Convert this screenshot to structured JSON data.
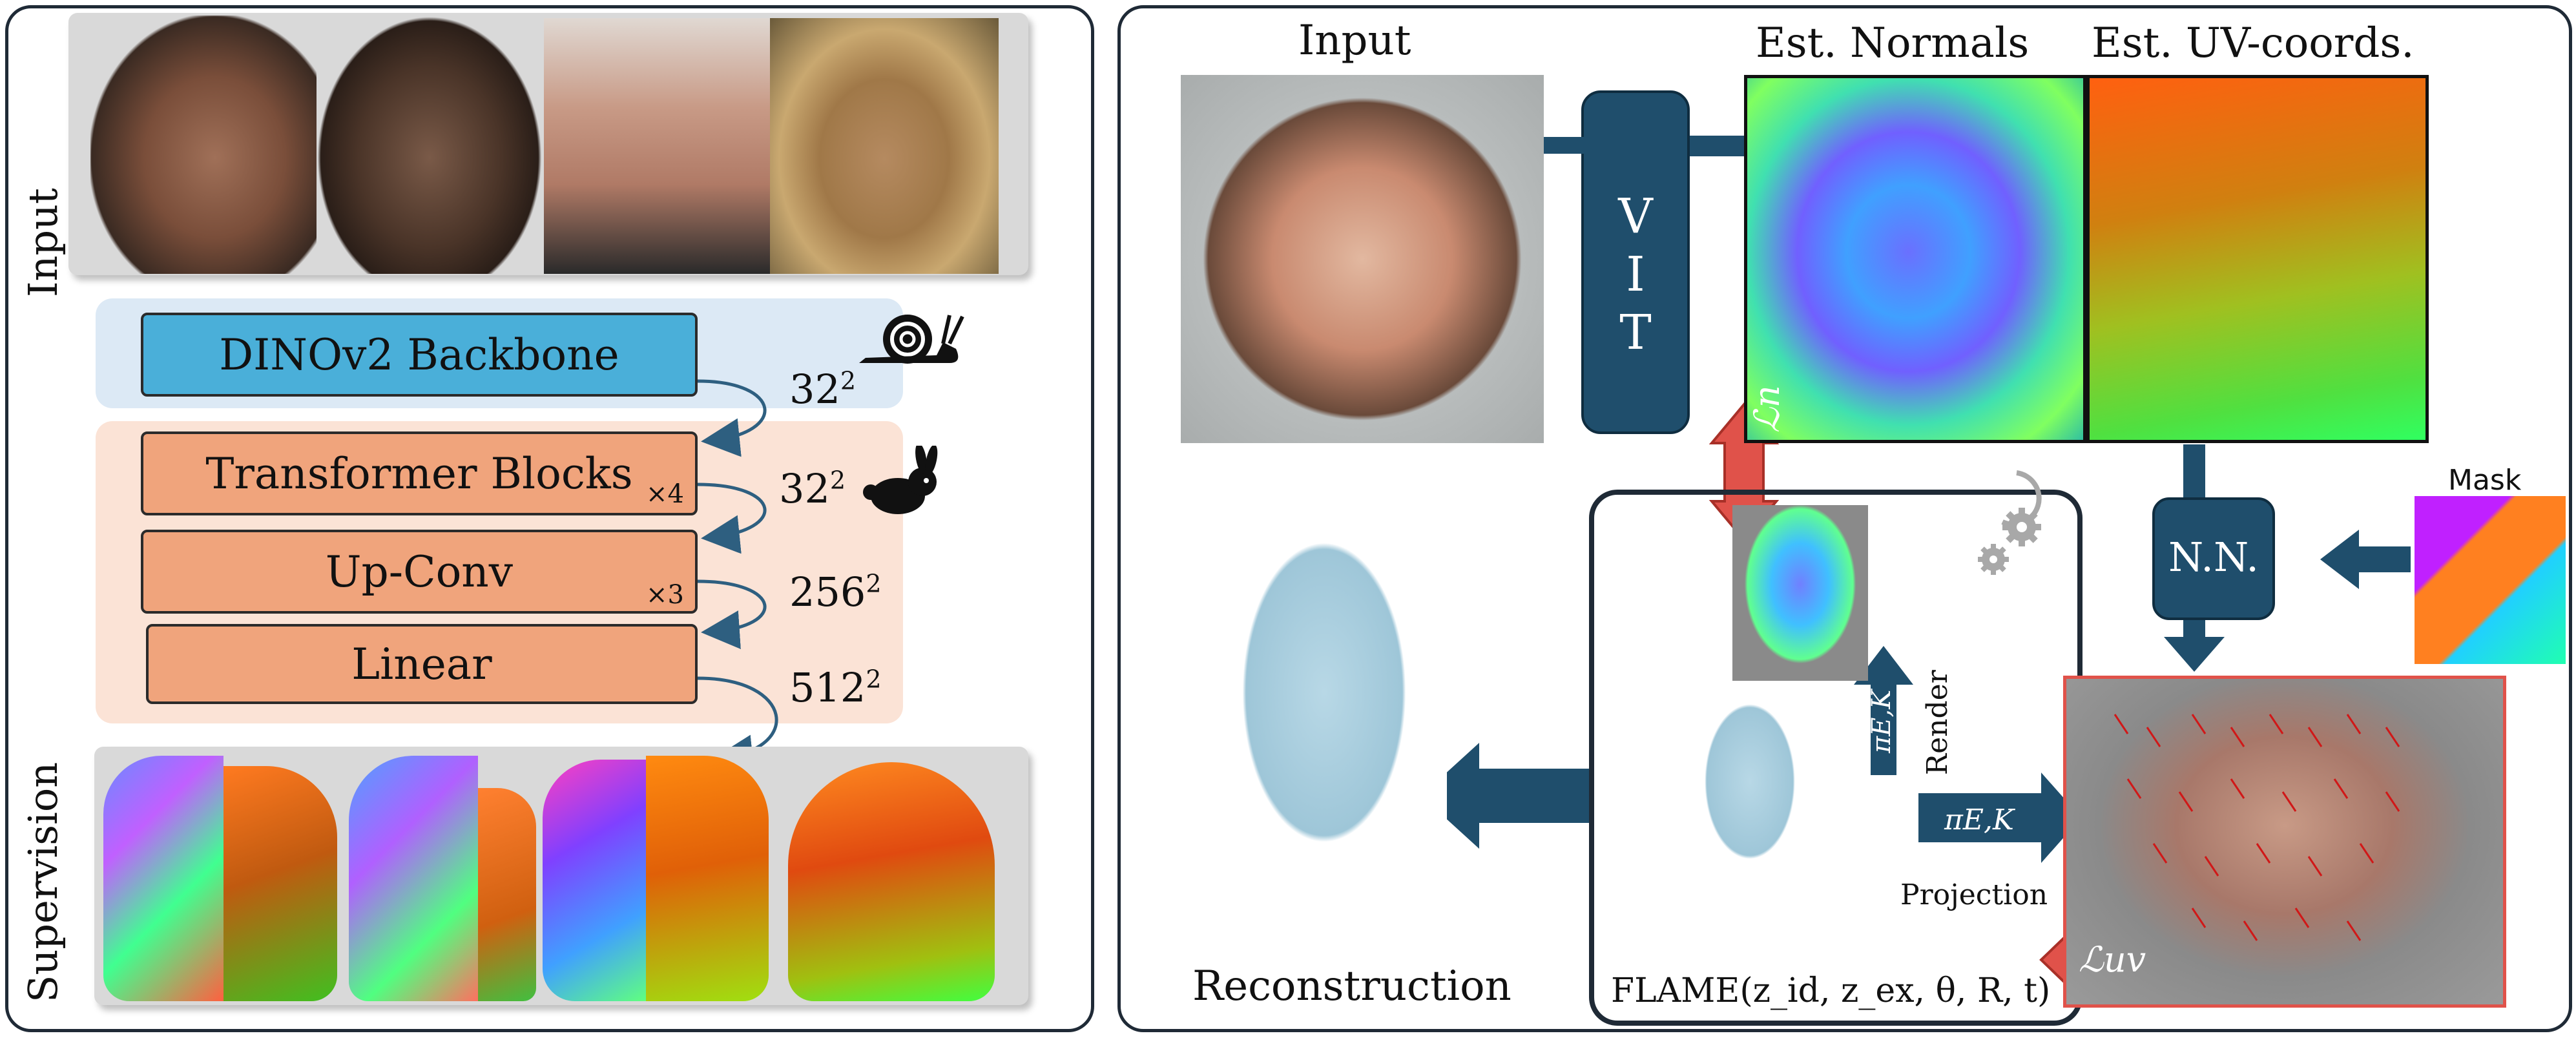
{
  "left": {
    "input_label": "Input",
    "supervision_label": "Supervision",
    "blocks": {
      "backbone": "DINOv2 Backbone",
      "transformer": "Transformer Blocks",
      "transformer_mult": "×4",
      "upconv": "Up-Conv",
      "upconv_mult": "×3",
      "linear": "Linear"
    },
    "resolutions": {
      "r1_base": "32",
      "r1_exp": "2",
      "r2_base": "32",
      "r2_exp": "2",
      "r3_base": "256",
      "r3_exp": "2",
      "r4_base": "512",
      "r4_exp": "2"
    }
  },
  "right": {
    "input_label": "Input",
    "normals_label": "Est. Normals",
    "uv_label": "Est. UV-coords.",
    "vit_label": "V I T",
    "nn_label": "N.N.",
    "mask_label": "Mask",
    "render_label": "Render",
    "projection_label": "Projection",
    "reconstruction_label": "Reconstruction",
    "flame_label": "FLAME(z_id, z_ex, θ, R, t)",
    "loss_n": "ℒn",
    "loss_uv": "ℒuv",
    "pi_render": "πE,K",
    "pi_projection": "πE,K"
  },
  "colors": {
    "panel_border": "#1f2a36",
    "backbone_band": "#dce9f5",
    "backbone_block": "#4aafd9",
    "decoder_band": "#fbe3d6",
    "decoder_block": "#f0a47c",
    "navy": "#1f4e6c",
    "loss_red": "#e0524a"
  }
}
